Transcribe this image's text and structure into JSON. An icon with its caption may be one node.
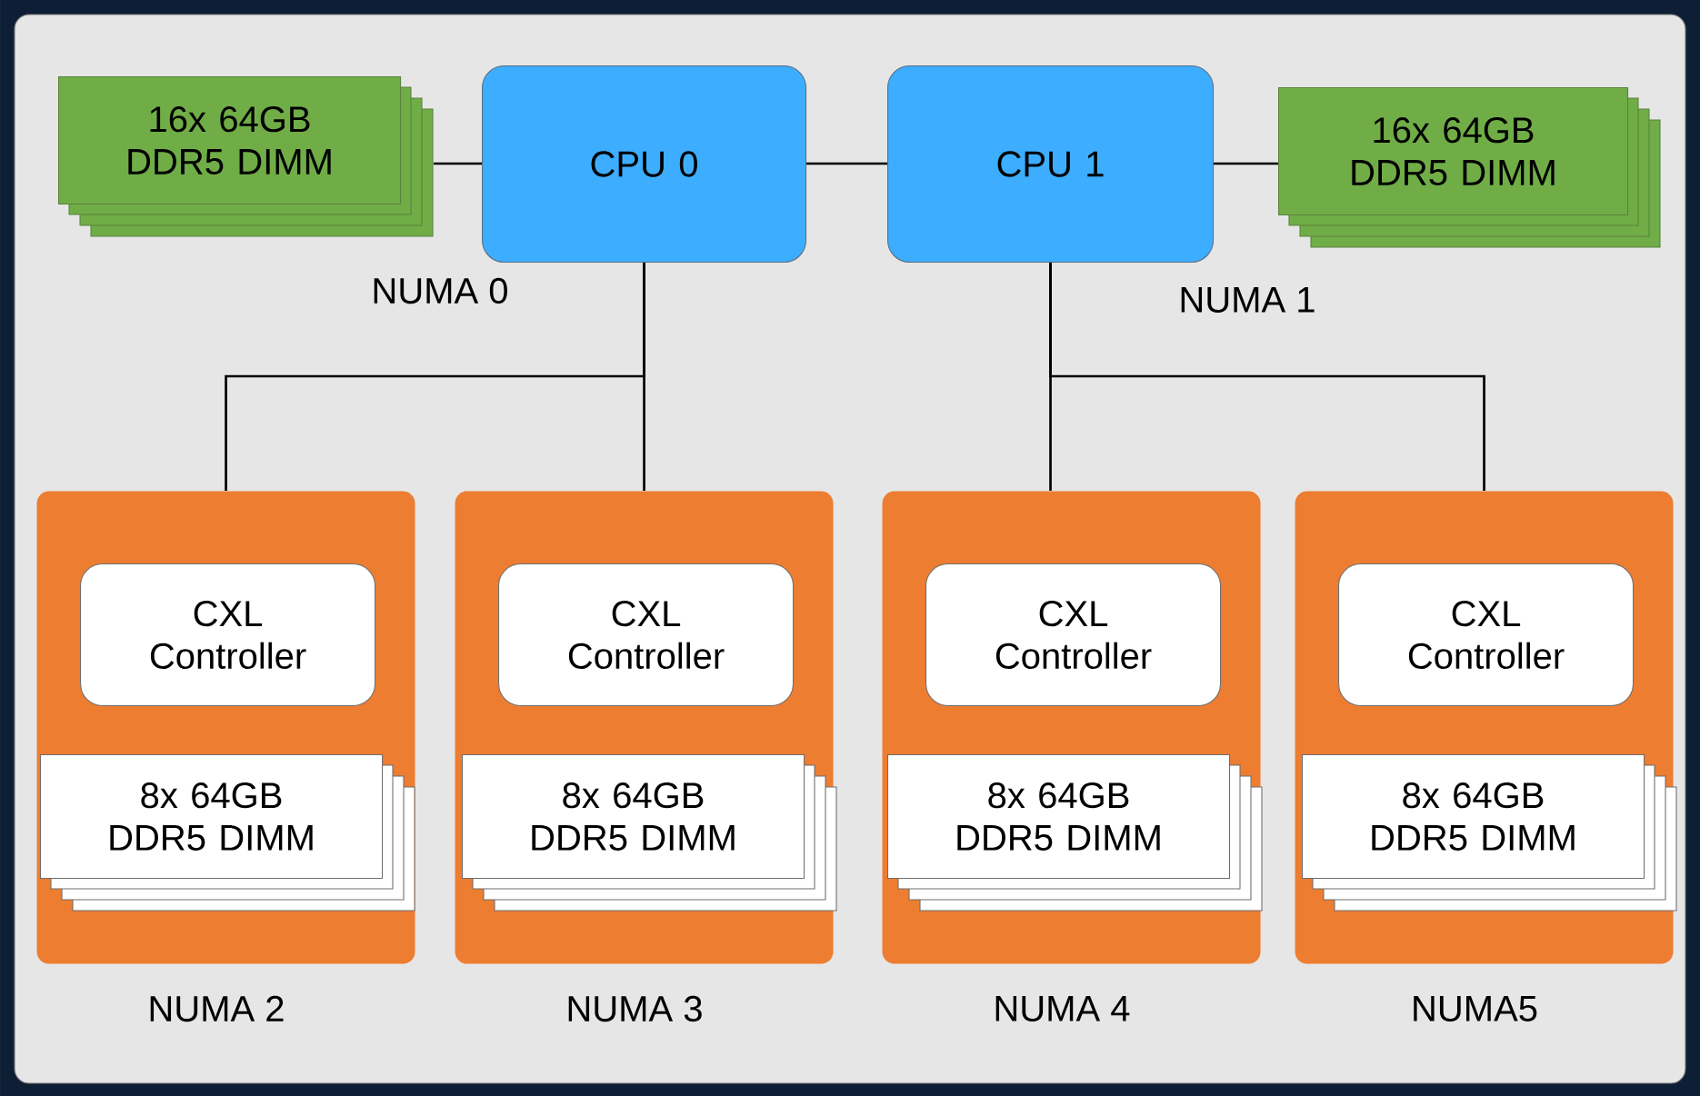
{
  "diagram": {
    "nodes": [
      {
        "text": [
          "16x 64GB DDR5 DIMM"
        ]
      },
      {
        "text": [
          "CPU 0"
        ],
        "beside": [
          "NUMA 0"
        ]
      },
      {
        "text": [
          "CPU 1"
        ],
        "beside": [
          "NUMA 1"
        ]
      },
      {
        "text": [
          "16x 64GB DDR5 DIMM"
        ]
      },
      {
        "text": [],
        "shape": "box",
        "beside": [
          "NUMA 2"
        ]
      },
      {
        "text": [
          "CXL Controller"
        ],
        "in": 4
      },
      {
        "text": [
          "8x 64GB DDR5 DIMM"
        ],
        "in": 4
      },
      {
        "text": [],
        "shape": "box",
        "beside": [
          "NUMA 3"
        ]
      },
      {
        "text": [
          "CXL Controller"
        ],
        "in": 7
      },
      {
        "text": [
          "8x 64GB DDR5 DIMM"
        ],
        "in": 7
      },
      {
        "text": [],
        "shape": "box",
        "beside": [
          "NUMA 4"
        ]
      },
      {
        "text": [
          "CXL Controller"
        ],
        "in": 10
      },
      {
        "text": [
          "8x 64GB DDR5 DIMM"
        ],
        "in": 10
      },
      {
        "text": [],
        "shape": "box",
        "beside": [
          "NUMA5"
        ]
      },
      {
        "text": [
          "CXL Controller"
        ],
        "in": 13
      },
      {
        "text": [
          "8x 64GB DDR5 DIMM"
        ],
        "in": 13
      }
    ],
    "edges": [
      {
        "from": 0,
        "to": 1,
        "arrow": "none"
      },
      {
        "from": 1,
        "to": 2,
        "arrow": "none"
      },
      {
        "from": 2,
        "to": 3,
        "arrow": "none"
      },
      {
        "from": 1,
        "to": 4,
        "arrow": "none"
      },
      {
        "from": 1,
        "to": 7,
        "arrow": "none"
      },
      {
        "from": 2,
        "to": 10,
        "arrow": "none"
      },
      {
        "from": 2,
        "to": 13,
        "arrow": "none"
      }
    ]
  }
}
